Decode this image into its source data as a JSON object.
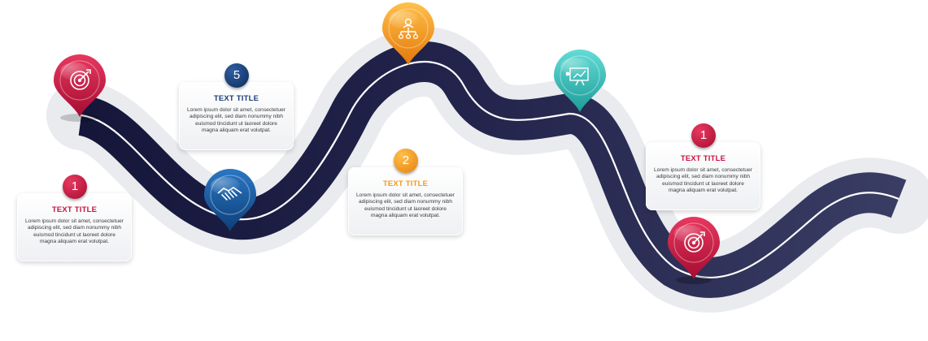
{
  "colors": {
    "road": "#23254d",
    "road_shadow": "#e6e8ec",
    "crimson": "#c8123f",
    "blue": "#14559b",
    "orange": "#f39a1c",
    "teal": "#2bbdb9",
    "navy": "#1d3d78"
  },
  "pins": [
    {
      "icon": "target-icon",
      "color": "crimson"
    },
    {
      "icon": "handshake-icon",
      "color": "blue"
    },
    {
      "icon": "organization-icon",
      "color": "orange"
    },
    {
      "icon": "presentation-chart-icon",
      "color": "teal"
    },
    {
      "icon": "target-icon",
      "color": "crimson"
    }
  ],
  "cards": [
    {
      "number": "1",
      "title": "TEXT TITLE",
      "color": "crimson",
      "body": "Lorem ipsum dolor sit amet, consectetuer adipiscing elit, sed diam nonummy nibh euismod tincidunt ut laoreet dolore magna aliquam erat volutpat."
    },
    {
      "number": "5",
      "title": "TEXT TITLE",
      "color": "navy",
      "body": "Lorem ipsum dolor sit amet, consectetuer adipiscing elit, sed diam nonummy nibh euismod tincidunt ut laoreet dolore magna aliquam erat volutpat."
    },
    {
      "number": "2",
      "title": "TEXT TITLE",
      "color": "orange",
      "body": "Lorem ipsum dolor sit amet, consectetuer adipiscing elit, sed diam nonummy nibh euismod tincidunt ut laoreet dolore magna aliquam erat volutpat."
    },
    {
      "number": "1",
      "title": "TEXT TITLE",
      "color": "crimson",
      "body": "Lorem ipsum dolor sit amet, consectetuer adipiscing elit, sed diam nonummy nibh euismod tincidunt ut laoreet dolore magna aliquam erat volutpat."
    }
  ]
}
